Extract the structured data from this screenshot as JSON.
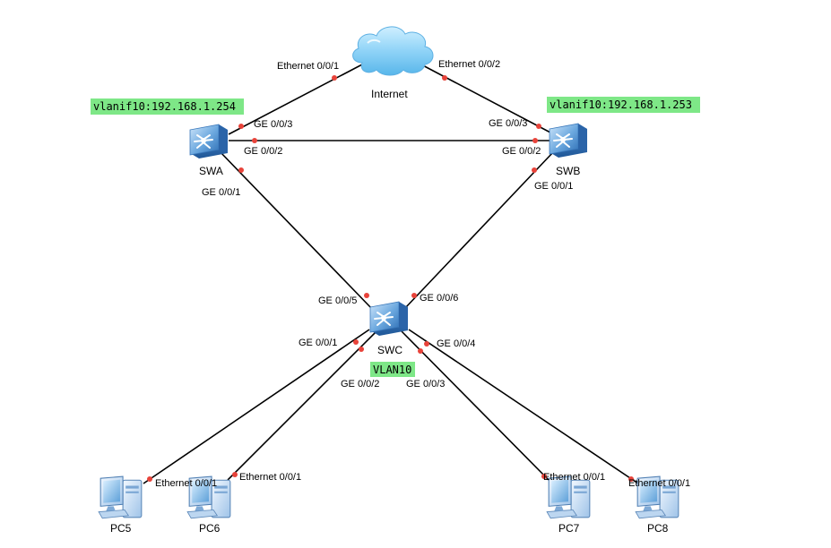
{
  "nodes": {
    "internet": {
      "label": "Internet"
    },
    "swa": {
      "label": "SWA"
    },
    "swb": {
      "label": "SWB"
    },
    "swc": {
      "label": "SWC"
    },
    "pc5": {
      "label": "PC5"
    },
    "pc6": {
      "label": "PC6"
    },
    "pc7": {
      "label": "PC7"
    },
    "pc8": {
      "label": "PC8"
    }
  },
  "tags": {
    "swa_vlanif": "vlanif10:192.168.1.254",
    "swb_vlanif": "vlanif10:192.168.1.253",
    "swc_vlan": "VLAN10"
  },
  "tag_color": "#7ee787",
  "ports": {
    "internet_eth001": "Ethernet 0/0/1",
    "internet_eth002": "Ethernet 0/0/2",
    "swa_ge003": "GE 0/0/3",
    "swa_ge002": "GE 0/0/2",
    "swa_ge001": "GE 0/0/1",
    "swb_ge003": "GE 0/0/3",
    "swb_ge002": "GE 0/0/2",
    "swb_ge001": "GE 0/0/1",
    "swc_ge005": "GE 0/0/5",
    "swc_ge006": "GE 0/0/6",
    "swc_ge001": "GE 0/0/1",
    "swc_ge002": "GE 0/0/2",
    "swc_ge003": "GE 0/0/3",
    "swc_ge004": "GE 0/0/4",
    "pc5_eth": "Ethernet 0/0/1",
    "pc6_eth": "Ethernet 0/0/1",
    "pc7_eth": "Ethernet 0/0/1",
    "pc8_eth": "Ethernet 0/0/1"
  }
}
